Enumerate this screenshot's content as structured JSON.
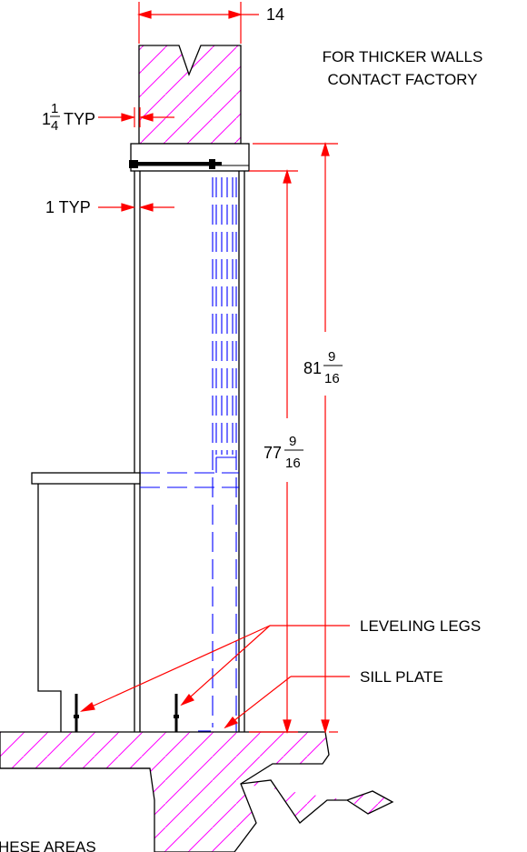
{
  "drawing": {
    "title_note": {
      "line1": "FOR THICKER WALLS",
      "line2": "CONTACT FACTORY"
    },
    "dimensions": {
      "wall_thickness": "14",
      "panel_gap_whole": "1",
      "panel_gap_num": "1",
      "panel_gap_den": "4",
      "panel_gap_suffix": "TYP",
      "skin_thickness": "1 TYP",
      "inner_height_whole": "77",
      "inner_height_num": "9",
      "inner_height_den": "16",
      "outer_height_whole": "81",
      "outer_height_num": "9",
      "outer_height_den": "16"
    },
    "callouts": {
      "leveling_legs": "LEVELING LEGS",
      "sill_plate": "SILL PLATE"
    },
    "bottom_note_fragment": "HESE AREAS",
    "colors": {
      "dimension": "#ff0000",
      "hatch": "#ff00ff",
      "hidden_lines": "#0000ff",
      "outline": "#000000"
    }
  }
}
